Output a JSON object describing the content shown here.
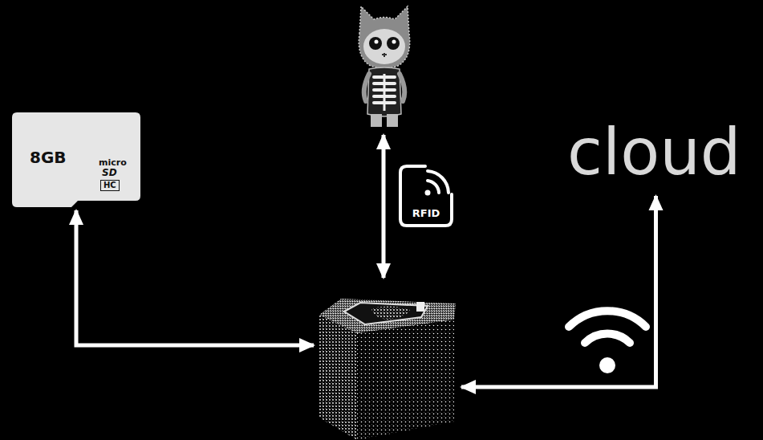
{
  "diagram": {
    "nodes": [
      {
        "text": []
      },
      {
        "text": [
          "8GB",
          "micro",
          "SD",
          "HC"
        ]
      },
      {
        "text": [
          "cloud"
        ]
      },
      {
        "text": []
      }
    ],
    "edges": [
      {
        "from": 1,
        "to": 3,
        "arrow": "both"
      },
      {
        "from": 0,
        "to": 3,
        "label": "RFID",
        "arrow": "both"
      },
      {
        "from": 3,
        "to": 2,
        "arrow": "both"
      }
    ]
  }
}
